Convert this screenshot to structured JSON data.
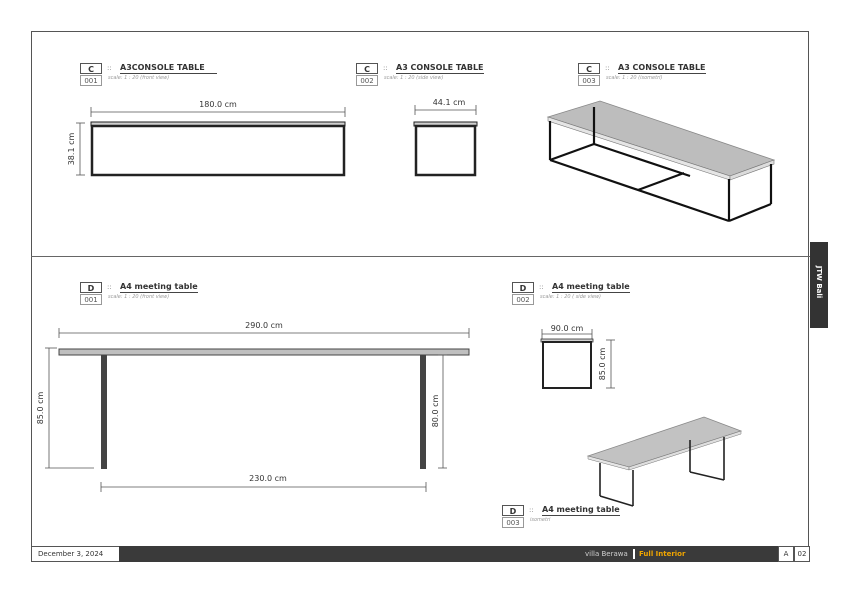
{
  "views": [
    {
      "letter": "C",
      "number": "001",
      "title": "A3CONSOLE TABLE",
      "scale": "scale: 1 : 20 (front view)"
    },
    {
      "letter": "C",
      "number": "002",
      "title": "A3 CONSOLE TABLE",
      "scale": "scale: 1 : 20 (side view)"
    },
    {
      "letter": "C",
      "number": "003",
      "title": "A3 CONSOLE TABLE",
      "scale": "scale: 1 : 20 (isometri)"
    },
    {
      "letter": "D",
      "number": "001",
      "title": "A4 meeting table",
      "scale": "scale: 1 : 20 (front view)"
    },
    {
      "letter": "D",
      "number": "002",
      "title": "A4 meeting table",
      "scale": "scale: 1 : 20 ( side view)"
    },
    {
      "letter": "D",
      "number": "003",
      "title": "A4 meeting table",
      "scale": "isometri"
    }
  ],
  "dimensions": {
    "console_length": "180.0 cm",
    "console_height": "38.1 cm",
    "console_depth": "44.1 cm",
    "meeting_length": "290.0 cm",
    "meeting_height": "85.0 cm",
    "meeting_leg_height": "80.0 cm",
    "meeting_leg_span": "230.0 cm",
    "meeting_side_width": "90.0 cm",
    "meeting_side_height": "85.0 cm"
  },
  "separator": "::",
  "footer": {
    "date": "December 3, 2024",
    "project": "villa Berawa",
    "subtitle": "Full Interior",
    "sheet": "A",
    "page": "02"
  },
  "side_tab": "JTW Bali",
  "colors": {
    "accent": "#f0a500",
    "footer_band": "#3a3a3a",
    "frame": "#222222",
    "top": "#cfcfcf"
  }
}
